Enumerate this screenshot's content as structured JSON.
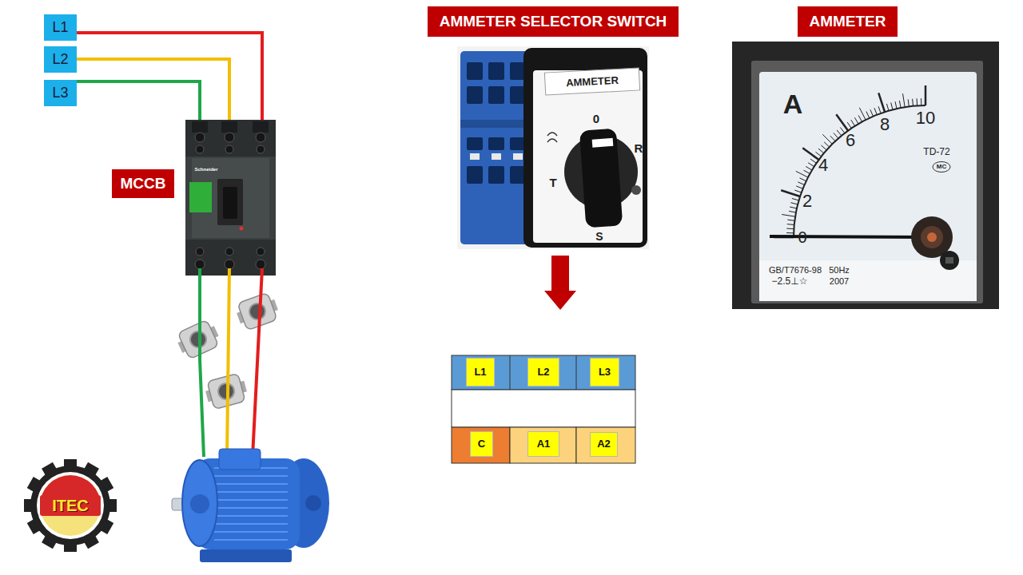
{
  "diagram": {
    "nodes": [
      {
        "text": [
          "L1"
        ]
      },
      {
        "text": [
          "L2"
        ]
      },
      {
        "text": [
          "L3"
        ]
      },
      {
        "text": [
          "MCCB"
        ]
      },
      {
        "text": [
          "AMMETER SELECTOR SWITCH"
        ]
      },
      {
        "text": [
          "AMMETER"
        ]
      },
      {
        "text": [
          "L1"
        ]
      },
      {
        "text": [
          "L2"
        ]
      },
      {
        "text": [
          "L3"
        ]
      },
      {
        "text": [
          "C"
        ]
      },
      {
        "text": [
          "A1"
        ]
      },
      {
        "text": [
          "A2"
        ]
      }
    ],
    "labels": [
      "Schneider",
      "AMMETER",
      "0",
      "R",
      "S",
      "T",
      "A",
      "2",
      "4",
      "6",
      "8",
      "10",
      "0",
      "TD-72",
      "MC",
      "GB/T7676-98",
      "50Hz",
      "−2.5⊥☆",
      "2007",
      "ITEC"
    ]
  }
}
